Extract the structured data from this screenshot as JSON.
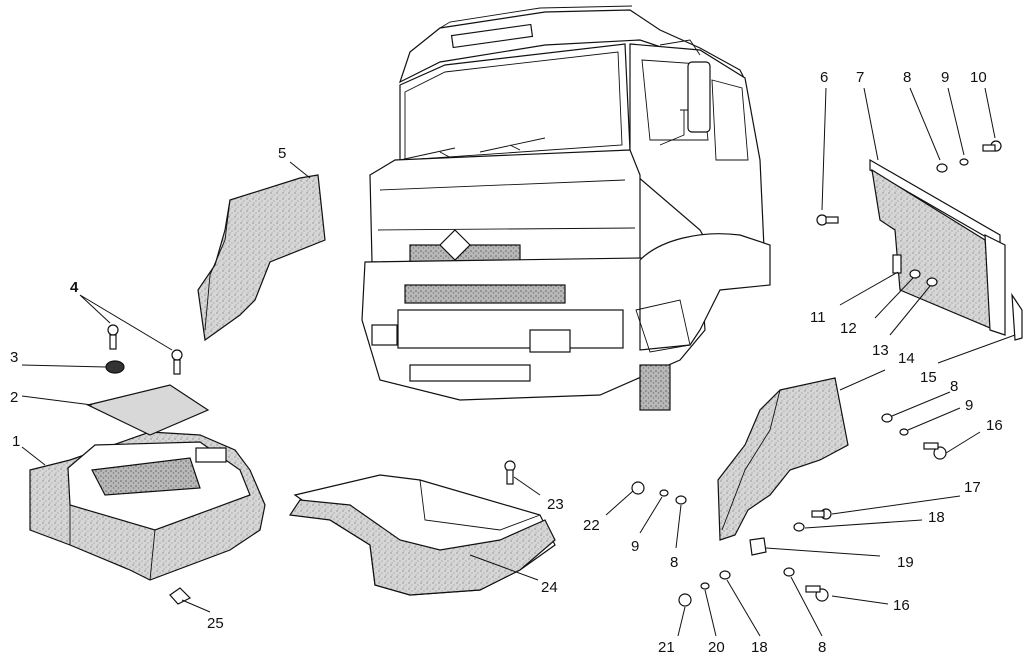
{
  "diagram": {
    "part_labels": [
      "1",
      "2",
      "3",
      "4",
      "5",
      "6",
      "7",
      "8",
      "9",
      "10",
      "11",
      "12",
      "13",
      "14",
      "15",
      "8",
      "9",
      "16",
      "17",
      "18",
      "19",
      "16",
      "8",
      "18",
      "20",
      "21",
      "8",
      "9",
      "22",
      "23",
      "24",
      "25"
    ]
  }
}
